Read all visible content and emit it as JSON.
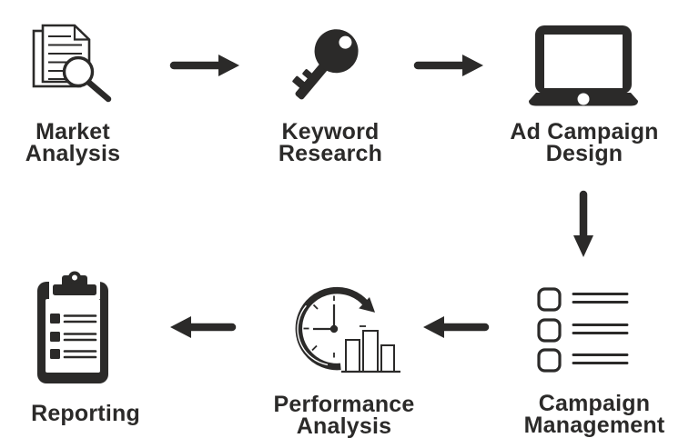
{
  "diagram_title": "marketing-workflow-flowchart",
  "palette": {
    "ink": "#2b2a29",
    "background": "#ffffff"
  },
  "steps": [
    {
      "id": "market-analysis",
      "icon": "document-magnifier-icon",
      "label_lines": [
        "Market",
        "Analysis"
      ]
    },
    {
      "id": "keyword-research",
      "icon": "key-icon",
      "label_lines": [
        "Keyword",
        "Research"
      ]
    },
    {
      "id": "ad-campaign-design",
      "icon": "laptop-icon",
      "label_lines": [
        "Ad Campaign",
        "Design"
      ]
    },
    {
      "id": "campaign-management",
      "icon": "checklist-icon",
      "label_lines": [
        "Campaign",
        "Management"
      ]
    },
    {
      "id": "performance-analysis",
      "icon": "clock-bar-chart-icon",
      "label_lines": [
        "Performance",
        "Analysis"
      ]
    },
    {
      "id": "reporting",
      "icon": "clipboard-checklist-icon",
      "label_lines": [
        "Reporting"
      ]
    }
  ],
  "connectors": [
    {
      "from": "Market Analysis",
      "to": "Keyword Research",
      "direction": "right"
    },
    {
      "from": "Keyword Research",
      "to": "Ad Campaign Design",
      "direction": "right"
    },
    {
      "from": "Ad Campaign Design",
      "to": "Campaign Management",
      "direction": "down"
    },
    {
      "from": "Campaign Management",
      "to": "Performance Analysis",
      "direction": "left"
    },
    {
      "from": "Performance Analysis",
      "to": "Reporting",
      "direction": "left"
    }
  ]
}
